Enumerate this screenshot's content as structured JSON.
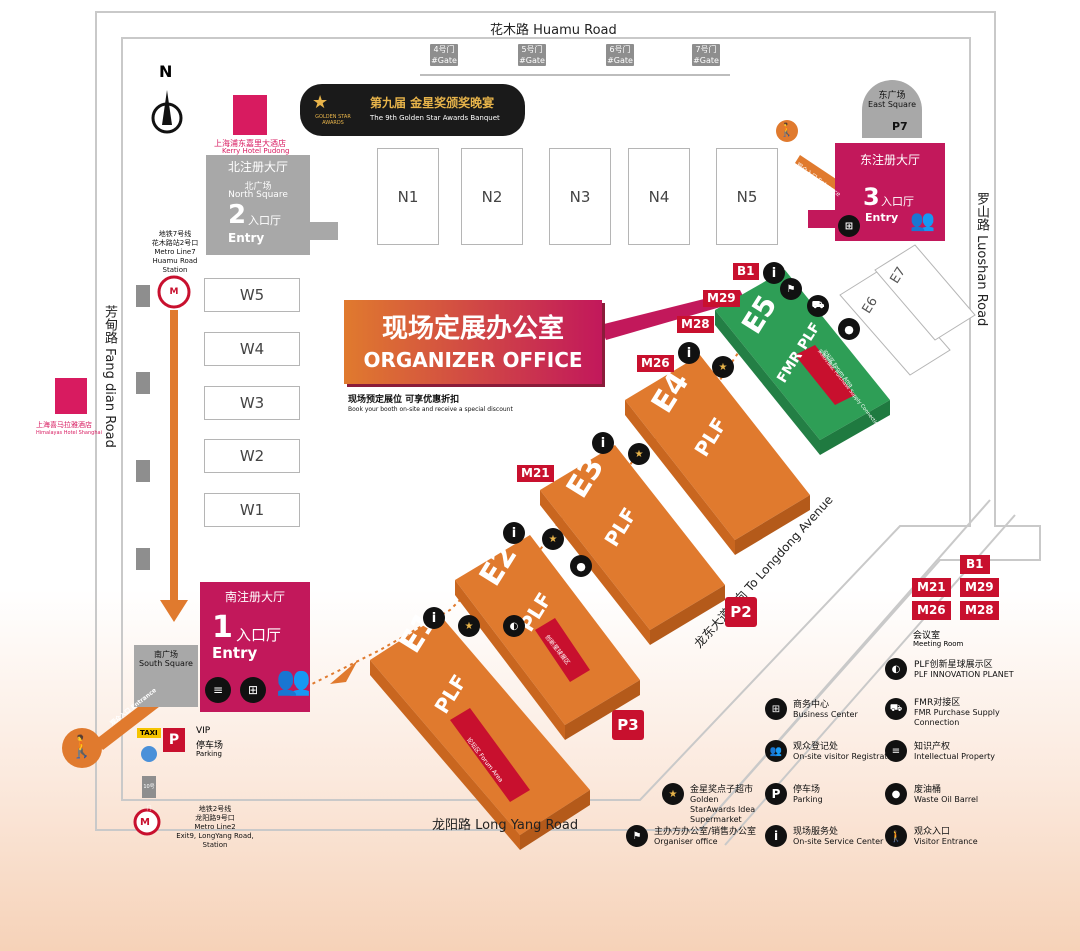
{
  "roads": {
    "north": "花木路  Huamu Road",
    "south": "龙阳路  Long Yang Road",
    "west": "芳甸路  Fang dian Road",
    "east": "罗山路  Luoshan Road",
    "southeast": "龙东大道方向 To Longdong Avenue"
  },
  "compass": "N",
  "gates": [
    {
      "cn": "4号门",
      "en": "#Gate"
    },
    {
      "cn": "5号门",
      "en": "#Gate"
    },
    {
      "cn": "6号门",
      "en": "#Gate"
    },
    {
      "cn": "7号门",
      "en": "#Gate"
    }
  ],
  "hotels": {
    "kerry_cn": "上海浦东嘉里大酒店",
    "kerry_en": "Kerry Hotel Pudong",
    "himalaya_cn": "上海喜马拉雅酒店",
    "himalaya_en": "Himalayas Hotel Shanghai"
  },
  "banquet": {
    "cn": "第九届 金星奖颁奖晚宴",
    "en": "The 9th Golden Star Awards Banquet",
    "logo_text": "GOLDEN STAR AWARDS"
  },
  "north_hall": {
    "title": "北注册大厅",
    "square_cn": "北广场",
    "square_en": "North Square",
    "num": "2",
    "label_cn": "入口厅",
    "label_en": "Entry"
  },
  "east_square": {
    "cn": "东广场",
    "en": "East Square",
    "parking": "P7"
  },
  "east_hall": {
    "title": "东注册大厅",
    "num": "3",
    "label_cn": "入口厅",
    "label_en": "Entry",
    "arrow_text": "观众入口  Entrance"
  },
  "south_hall": {
    "title": "南注册大厅",
    "num": "1",
    "label_cn": "入口厅",
    "label_en": "Entry"
  },
  "south_square": {
    "cn": "南广场",
    "en": "South Square",
    "entrance": "观众入口  Entrance"
  },
  "metro_north": {
    "l1": "地铁7号线",
    "l2": "花木路站2号口",
    "l3": "Metro Line7",
    "l4": "Huamu Road Station"
  },
  "metro_south": {
    "l1": "地铁2号线",
    "l2": "龙阳路9号口",
    "l3": "Metro Line2",
    "l4": "Exit9, LongYang Road, Station"
  },
  "halls_north": [
    "N1",
    "N2",
    "N3",
    "N4",
    "N5"
  ],
  "halls_west": [
    "W5",
    "W4",
    "W3",
    "W2",
    "W1"
  ],
  "halls_east_gray": [
    "E6",
    "E7"
  ],
  "halls_e": [
    {
      "id": "E1",
      "tag": "PLF",
      "forum": "论坛区  Forum Area"
    },
    {
      "id": "E2",
      "tag": "PLF",
      "forum": "创新星球展区"
    },
    {
      "id": "E3",
      "tag": "PLF"
    },
    {
      "id": "E4",
      "tag": "PLF"
    },
    {
      "id": "E5",
      "tag": "FMR PLF",
      "forum": "论坛区 Forum Area",
      "forum2": "采购对接区 Purchase Supply Connection"
    }
  ],
  "organizer": {
    "cn": "现场定展办公室",
    "en": "ORGANIZER OFFICE",
    "note_cn": "现场预定展位 可享优惠折扣",
    "note_en": "Book your booth on-site and receive a special discount"
  },
  "meeting_tags": [
    "B1",
    "M29",
    "M28",
    "M26",
    "M21"
  ],
  "parking": {
    "p2": "P2",
    "p3": "P3",
    "vip_cn": "停车场",
    "vip_en": "Parking",
    "vip_tag": "VIP",
    "taxi": "TAXI",
    "bus": "10号门"
  },
  "meeting_legend": {
    "tags": [
      "B1",
      "M21",
      "M29",
      "M26",
      "M28"
    ],
    "cn": "会议室",
    "en": "Meeting Room"
  },
  "legend": [
    {
      "icon": "plf-planet-icon",
      "cn": "PLF创新星球展示区",
      "en": "PLF INNOVATION PLANET"
    },
    {
      "icon": "business-center-icon",
      "cn": "商务中心",
      "en": "Business Center"
    },
    {
      "icon": "cart-icon",
      "cn": "FMR对接区",
      "en": "FMR Purchase Supply Connection"
    },
    {
      "icon": "visitor-registration-icon",
      "cn": "观众登记处",
      "en": "On-site visitor Registration"
    },
    {
      "icon": "ip-icon",
      "cn": "知识产权",
      "en": "Intellectual Property"
    },
    {
      "icon": "golden-star-icon",
      "cn": "金星奖点子超市",
      "en": "Golden StarAwards Idea Supermarket"
    },
    {
      "icon": "parking-icon",
      "cn": "停车场",
      "en": "Parking"
    },
    {
      "icon": "waste-oil-icon",
      "cn": "废油桶",
      "en": "Waste Oil Barrel"
    },
    {
      "icon": "organiser-office-icon",
      "cn": "主办方办公室/销售办公室",
      "en": "Organiser office"
    },
    {
      "icon": "info-icon",
      "cn": "现场服务处",
      "en": "On-site Service Center"
    },
    {
      "icon": "visitor-entrance-icon",
      "cn": "观众入口",
      "en": "Visitor Entrance"
    }
  ],
  "colors": {
    "orange": "#e07a2e",
    "magenta": "#c2185b",
    "green": "#2e9e56",
    "red": "#c8102e",
    "gray": "#9e9e9e"
  }
}
